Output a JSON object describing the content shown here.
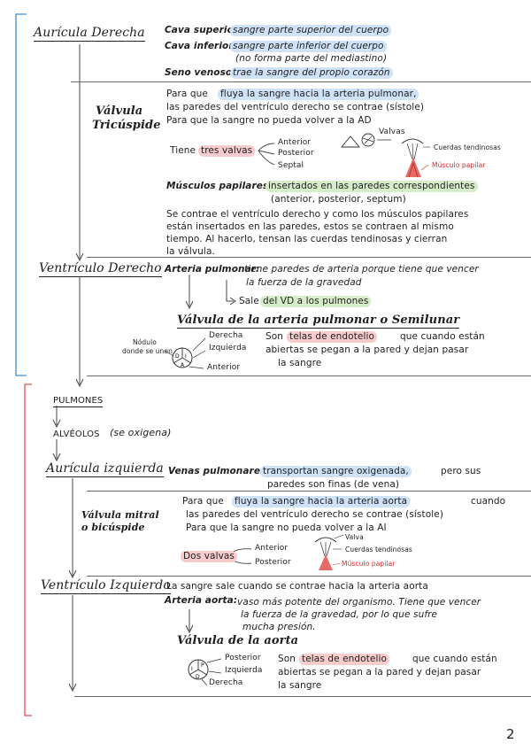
{
  "page_number": "2",
  "colors": {
    "blue_bracket": "#3a8fd0",
    "red_bracket": "#e0504a",
    "hl_blue": "#cfe2f7",
    "hl_green": "#d7ecc9",
    "hl_pink": "#f6cccc",
    "accent_red": "#d0302b"
  },
  "s1": {
    "title": "Aurícula Derecha",
    "cava_sup_label": "Cava superior:",
    "cava_sup_text": "sangre parte superior del cuerpo",
    "cava_inf_label": "Cava inferior:",
    "cava_inf_text": "sangre parte inferior del cuerpo",
    "cava_inf_note": "(no forma parte del mediastino)",
    "seno_label": "Seno venoso:",
    "seno_text": "trae la sangre del propio corazón",
    "valvula_title_1": "Válvula",
    "valvula_title_2": "Tricúspide",
    "para_que_1": "Para que",
    "para_que_1_hl": "fluya la sangre hacia la arteria pulmonar,",
    "para_que_2": "las paredes del ventrículo derecho se contrae (sístole)",
    "para_que_3": "Para que la sangre no pueda volver a la AD",
    "tiene": "Tiene",
    "tres_valvas": "tres valvas",
    "valvas_list": [
      "Anterior",
      "Posterior",
      "Septal"
    ],
    "diagram_valvas": "Valvas",
    "diagram_cuerdas": "Cuerdas tendinosas",
    "diagram_musculo": "Músculo papilar",
    "musculos_label": "Músculos papilares:",
    "musculos_hl": "insertados en las paredes correspondientes",
    "musculos_note": "(anterior, posterior, septum)",
    "para_1": "Se contrae el ventrículo derecho y como los músculos papilares",
    "para_2": "están insertados en las paredes, estos se contraen al mismo",
    "para_3": "tiempo. Al hacerlo, tensan las cuerdas tendinosas y cierran",
    "para_4": "la válvula."
  },
  "s2": {
    "title": "Ventrículo Derecho",
    "arteria_label": "Arteria pulmonar:",
    "arteria_text_1": "tiene paredes de arteria porque tiene que vencer",
    "arteria_text_2": "la fuerza de la gravedad",
    "sale_pre": "Sale",
    "sale_hl": "del VD a los pulmones",
    "valvula_title": "Válvula de la arteria pulmonar o Semilunar",
    "nodulo": "Nódulo",
    "nodulo_2": "donde se unen",
    "cusps": [
      "Derecha",
      "Izquierda",
      "Anterior"
    ],
    "son_pre": "Son",
    "son_hl": "telas de endotelio",
    "son_1": "que cuando están",
    "son_2": "abiertas se pegan a la pared y dejan pasar",
    "son_3": "la sangre"
  },
  "s3": {
    "pulmones": "PULMONES",
    "alveolos": "ALVÉOLOS",
    "alveolos_note": "(se oxigena)",
    "title": "Aurícula izquierda",
    "venas_label": "Venas pulmonares:",
    "venas_hl": "transportan sangre oxigenada,",
    "venas_1": "pero sus",
    "venas_2": "paredes son finas (de vena)",
    "valvula_1": "Válvula mitral",
    "valvula_2": "o bicúspide",
    "para_que_1": "Para que",
    "para_que_1_hl": "fluya la sangre hacia la arteria aorta",
    "para_que_1_end": "cuando",
    "para_que_2": "las paredes del ventrículo derecho se contrae (sístole)",
    "para_que_3": "Para que la sangre no pueda volver a la AI",
    "dos_valvas": "Dos valvas",
    "valvas_list": [
      "Anterior",
      "Posterior"
    ],
    "diagram_valva": "Valva",
    "diagram_cuerdas": "Cuerdas tendinosas",
    "diagram_musculo": "Músculo papilar"
  },
  "s4": {
    "title": "Ventrículo Izquierdo",
    "intro": "La sangre sale cuando se contrae hacia la arteria aorta",
    "arteria_label": "Arteria aorta:",
    "arteria_1": "vaso más potente del organismo. Tiene que vencer",
    "arteria_2": "la fuerza de la gravedad, por lo que sufre",
    "arteria_3": "mucha presión.",
    "valvula_title": "Válvula de la aorta",
    "cusps": [
      "Posterior",
      "Izquierda",
      "Derecha"
    ],
    "son_pre": "Son",
    "son_hl": "telas de endotelio",
    "son_1": "que cuando están",
    "son_2": "abiertas se pegan a la pared y dejan pasar",
    "son_3": "la sangre"
  }
}
